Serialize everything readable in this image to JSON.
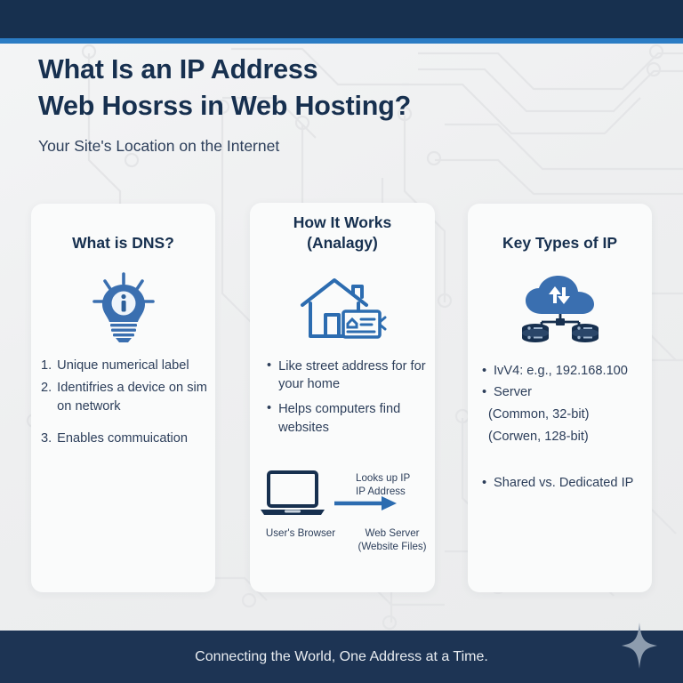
{
  "colors": {
    "navy": "#17304f",
    "footer_navy": "#1d3454",
    "accent_blue": "#2b7cc4",
    "icon_blue": "#3a6fb0",
    "body_text": "#2c3e5a",
    "card_bg": "#fafbfb",
    "page_bg": "#eeeff0"
  },
  "header": {
    "title_line1": "What Is an IP Address",
    "title_line2": "Web Hosrss in Web Hosting?",
    "subtitle": "Your Site's Location on the Internet"
  },
  "cards": [
    {
      "title": "What is DNS?",
      "icon": "lightbulb-info-icon",
      "list_type": "numbered",
      "items": [
        {
          "num": "1.",
          "text": "Unique numerical label"
        },
        {
          "num": "2.",
          "text": "Identifries a device on sim on network"
        },
        {
          "num": "3.",
          "text": "Enables commuication"
        }
      ]
    },
    {
      "title_line1": "How It Works",
      "title_line2": "(Analagy)",
      "icon": "house-address-card-icon",
      "list_type": "bulleted",
      "bullet": "•",
      "items": [
        {
          "text": "Like street address for for your home"
        },
        {
          "text": "Helps computers find websites"
        }
      ],
      "flow": {
        "source_icon": "laptop-icon",
        "arrow_icon": "arrow-right-icon",
        "arrow_caption_line1": "Looks up IP",
        "arrow_caption_line2": "IP Address",
        "source_label": "User's Browser",
        "target_label_line1": "Web Server",
        "target_label_line2": "(Website Files)"
      }
    },
    {
      "title": "Key Types of IP",
      "icon": "cloud-database-icon",
      "list_type": "bulleted",
      "bullet": "•",
      "items": [
        {
          "text": "IvV4: e.g., 192.168.100",
          "style": "bullet"
        },
        {
          "text": "Server",
          "style": "bullet"
        },
        {
          "text": "(Common, 32-bit)",
          "style": "indent"
        },
        {
          "text": "(Corwen, 128-bit)",
          "style": "indent"
        },
        {
          "text": "Shared vs. Dedicated IP",
          "style": "bullet-gap"
        }
      ]
    }
  ],
  "footer": {
    "tagline": "Connecting the World, One Address at a Time.",
    "sparkle_icon": "sparkle-star-icon"
  }
}
